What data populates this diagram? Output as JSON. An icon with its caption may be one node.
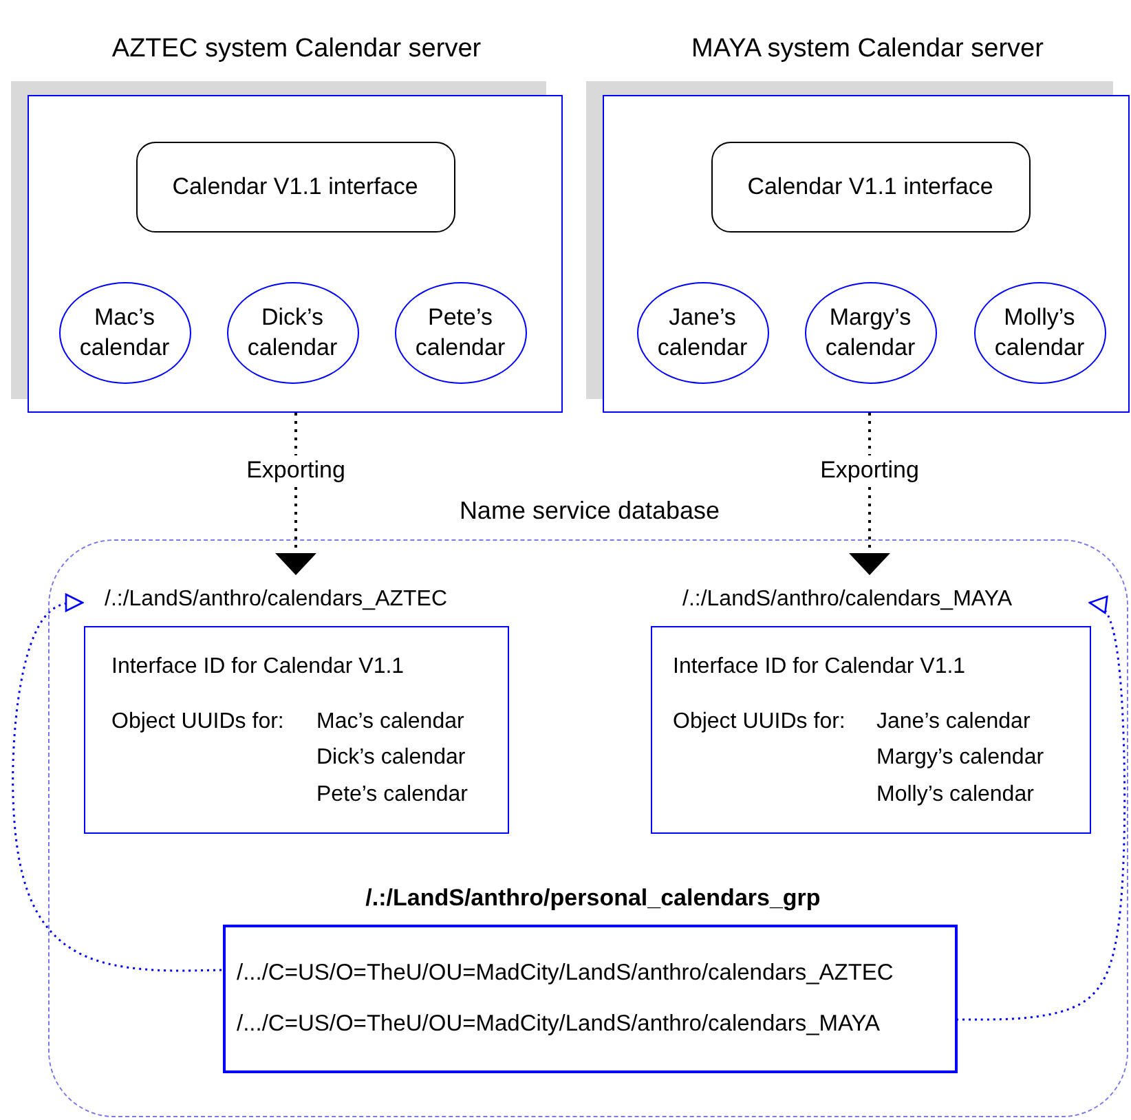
{
  "diagram": {
    "nodes": [
      {
        "text": [
          "AZTEC system Calendar server"
        ]
      },
      {
        "text": [
          "Calendar V1.1  interface"
        ],
        "in": 0
      },
      {
        "text": [
          "Mac’s calendar"
        ],
        "in": 0
      },
      {
        "text": [
          "Dick’s calendar"
        ],
        "in": 0
      },
      {
        "text": [
          "Pete’s calendar"
        ],
        "in": 0
      },
      {
        "text": [
          "MAYA system Calendar server"
        ]
      },
      {
        "text": [
          "Calendar V1.1  interface"
        ],
        "in": 5
      },
      {
        "text": [
          "Jane’s calendar"
        ],
        "in": 5
      },
      {
        "text": [
          "Margy’s calendar"
        ],
        "in": 5
      },
      {
        "text": [
          "Molly’s calendar"
        ],
        "in": 5
      },
      {
        "text": [
          "Name service database"
        ]
      },
      {
        "text": [
          "/.:/LandS/anthro/calendars_AZTEC",
          "Interface ID for Calendar V1.1",
          "Object UUIDs for:",
          "Mac’s calendar",
          "Dick’s calendar",
          "Pete’s calendar"
        ],
        "in": 10
      },
      {
        "text": [
          "/.:/LandS/anthro/calendars_MAYA",
          "Interface ID for Calendar V1.1",
          "Object UUIDs for:",
          "Jane’s calendar",
          "Margy’s calendar",
          "Molly’s calendar"
        ],
        "in": 10
      },
      {
        "text": [
          "/.:/LandS/anthro/personal_calendars_grp",
          "/.../C=US/O=TheU/OU=MadCity/LandS/anthro/calendars_AZTEC",
          "/.../C=US/O=TheU/OU=MadCity/LandS/anthro/calendars_MAYA"
        ],
        "in": 10
      }
    ],
    "edges": [
      {
        "from": 0,
        "to": 11,
        "arrow": "to",
        "label": "Exporting",
        "style": "dashed"
      },
      {
        "from": 5,
        "to": 12,
        "arrow": "to",
        "label": "Exporting",
        "style": "dashed"
      },
      {
        "from": 13,
        "to": 11,
        "arrow": "to",
        "style": "dashed",
        "color": "#0000ff"
      },
      {
        "from": 13,
        "to": 12,
        "arrow": "to",
        "style": "dashed",
        "color": "#0000ff"
      }
    ]
  }
}
